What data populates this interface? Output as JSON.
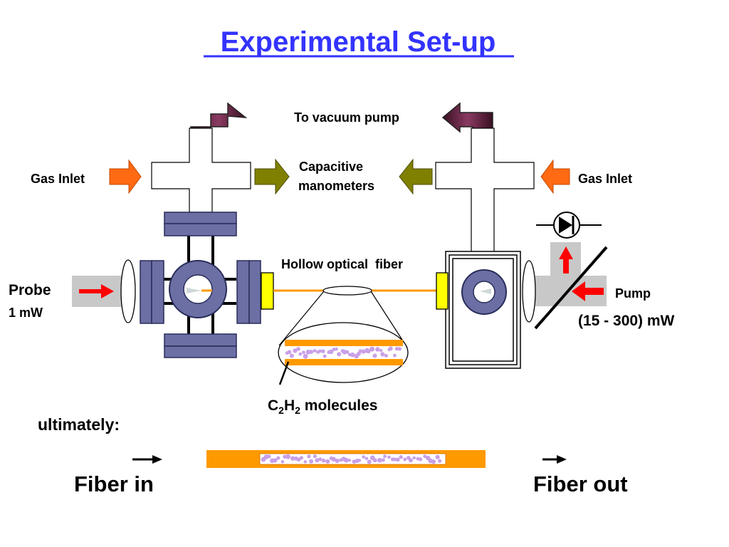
{
  "title": "Experimental Set-up",
  "labels": {
    "vacuum_pump": "To vacuum pump",
    "gas_inlet_left": "Gas Inlet",
    "gas_inlet_right": "Gas Inlet",
    "capacitive_line1": "Capacitive",
    "capacitive_line2": "manometers",
    "hollow_fiber": "Hollow optical  fiber",
    "probe": "Probe",
    "probe_power": "1 mW",
    "pump": "Pump",
    "pump_power": "(15 - 300) mW",
    "molecules_c": "C",
    "molecules_sub1": "2",
    "molecules_h": "H",
    "molecules_sub2": "2",
    "molecules_text": " molecules",
    "ultimately": "ultimately:",
    "fiber_in": "Fiber in",
    "fiber_out": "Fiber out"
  },
  "colors": {
    "title": "#3333ff",
    "chamber": "#6b6fa3",
    "chamber_stroke": "#2a2d5a",
    "fiber": "#ff9900",
    "gas_arrow": "#ff6a13",
    "manometer_arrow": "#808000",
    "vacuum_arrow": "#6a2a4a",
    "laser_arrow": "#ff0000",
    "beam": "#c8c8c8",
    "window": "#ffff00",
    "molecule": "#c9a0e8"
  }
}
